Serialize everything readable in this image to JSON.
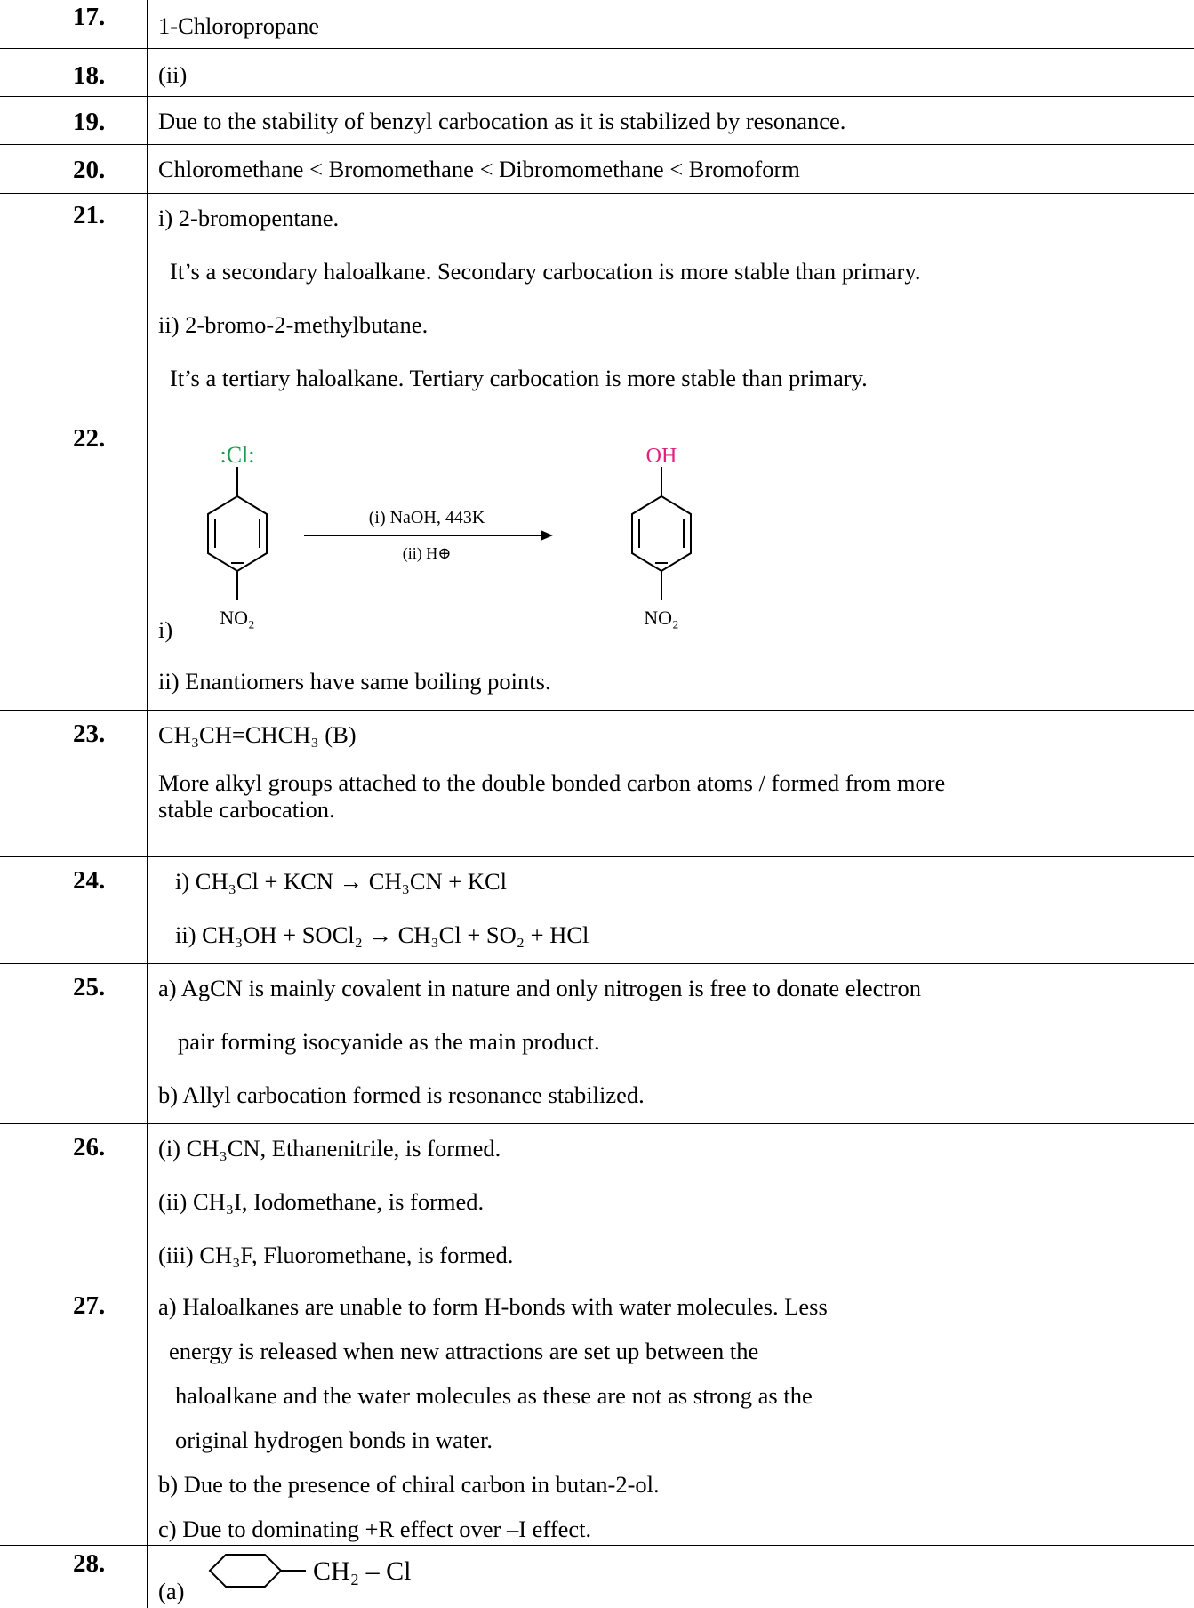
{
  "rows": [
    {
      "number": "17.",
      "lines": [
        "1-Chloropropane"
      ]
    },
    {
      "number": "18.",
      "lines": [
        "(ii)"
      ]
    },
    {
      "number": "19.",
      "lines": [
        "Due to the stability of benzyl carbocation as it is stabilized by resonance."
      ]
    },
    {
      "number": "20.",
      "lines": [
        "Chloromethane < Bromomethane < Dibromomethane < Bromoform"
      ]
    },
    {
      "number": "21.",
      "lines": [
        "i) 2-bromopentane.",
        "It’s a secondary haloalkane. Secondary carbocation is more stable than primary.",
        "ii) 2-bromo-2-methylbutane.",
        "It’s a tertiary haloalkane. Tertiary carbocation is more stable than primary."
      ]
    },
    {
      "number": "22.",
      "lines": [
        "i)",
        "ii) Enantiomers have same boiling points."
      ],
      "reaction": {
        "reactant_top": ":Cl:",
        "reactant_bottom": "NO₂",
        "condition_1": "(i) NaOH, 443K",
        "condition_2": "(ii) H⊕",
        "product_top": "OH",
        "product_bottom": "NO₂",
        "product_color": "#e0207a"
      }
    },
    {
      "number": "23.",
      "lines": [
        "CH₃CH=CHCH₃ (B)",
        "More alkyl groups attached to the double bonded carbon atoms / formed from more",
        "stable carbocation."
      ]
    },
    {
      "number": "24.",
      "lines": [
        "i) CH₃Cl + KCN → CH₃CN + KCl",
        "ii) CH₃OH + SOCl₂ → CH₃Cl + SO₂ + HCl"
      ]
    },
    {
      "number": "25.",
      "lines": [
        "a) AgCN is mainly covalent in nature and only nitrogen is free to donate electron",
        "pair forming isocyanide as the main product.",
        "b) Allyl carbocation formed is resonance stabilized."
      ]
    },
    {
      "number": "26.",
      "lines": [
        "(i) CH₃CN, Ethanenitrile, is formed.",
        "(ii) CH₃I, Iodomethane, is formed.",
        "(iii) CH₃F, Fluoromethane, is formed."
      ]
    },
    {
      "number": "27.",
      "lines": [
        "a) Haloalkanes are unable to form H-bonds with water molecules. Less",
        "energy is released when new attractions are set up between the",
        "haloalkane and the water molecules as these are not as strong as the",
        "original hydrogen bonds in water.",
        "b) Due to the presence of chiral carbon in butan-2-ol.",
        "c) Due to dominating +R effect over –I effect."
      ]
    },
    {
      "number": "28.",
      "lines": [
        "(a)"
      ],
      "formula": "CH₂ – Cl"
    }
  ]
}
